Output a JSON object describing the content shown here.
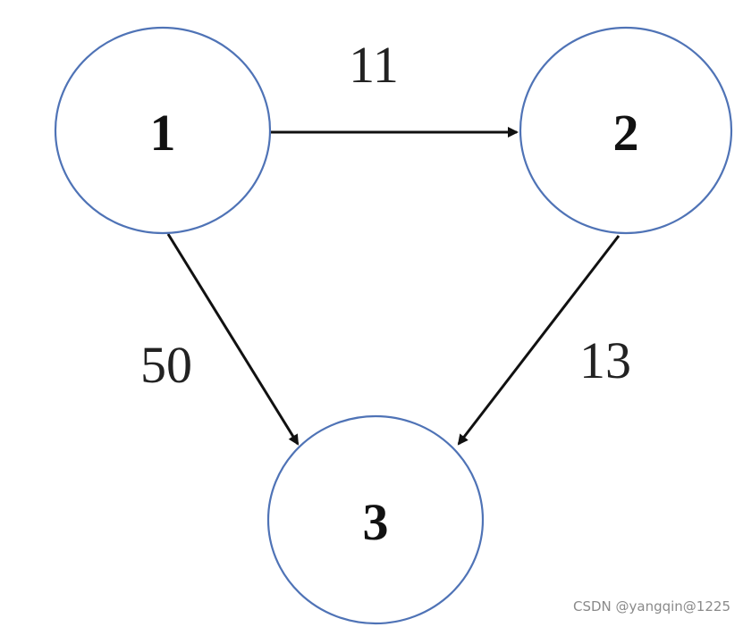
{
  "diagram": {
    "type": "directed-weighted-graph",
    "nodes": [
      {
        "id": "1",
        "label": "1"
      },
      {
        "id": "2",
        "label": "2"
      },
      {
        "id": "3",
        "label": "3"
      }
    ],
    "edges": [
      {
        "from": "1",
        "to": "2",
        "weight": "11"
      },
      {
        "from": "1",
        "to": "3",
        "weight": "50"
      },
      {
        "from": "2",
        "to": "3",
        "weight": "13"
      }
    ],
    "colors": {
      "node_stroke": "#4f73b6",
      "edge": "#111111",
      "text": "#111111"
    }
  },
  "watermark": "CSDN @yangqin@1225"
}
